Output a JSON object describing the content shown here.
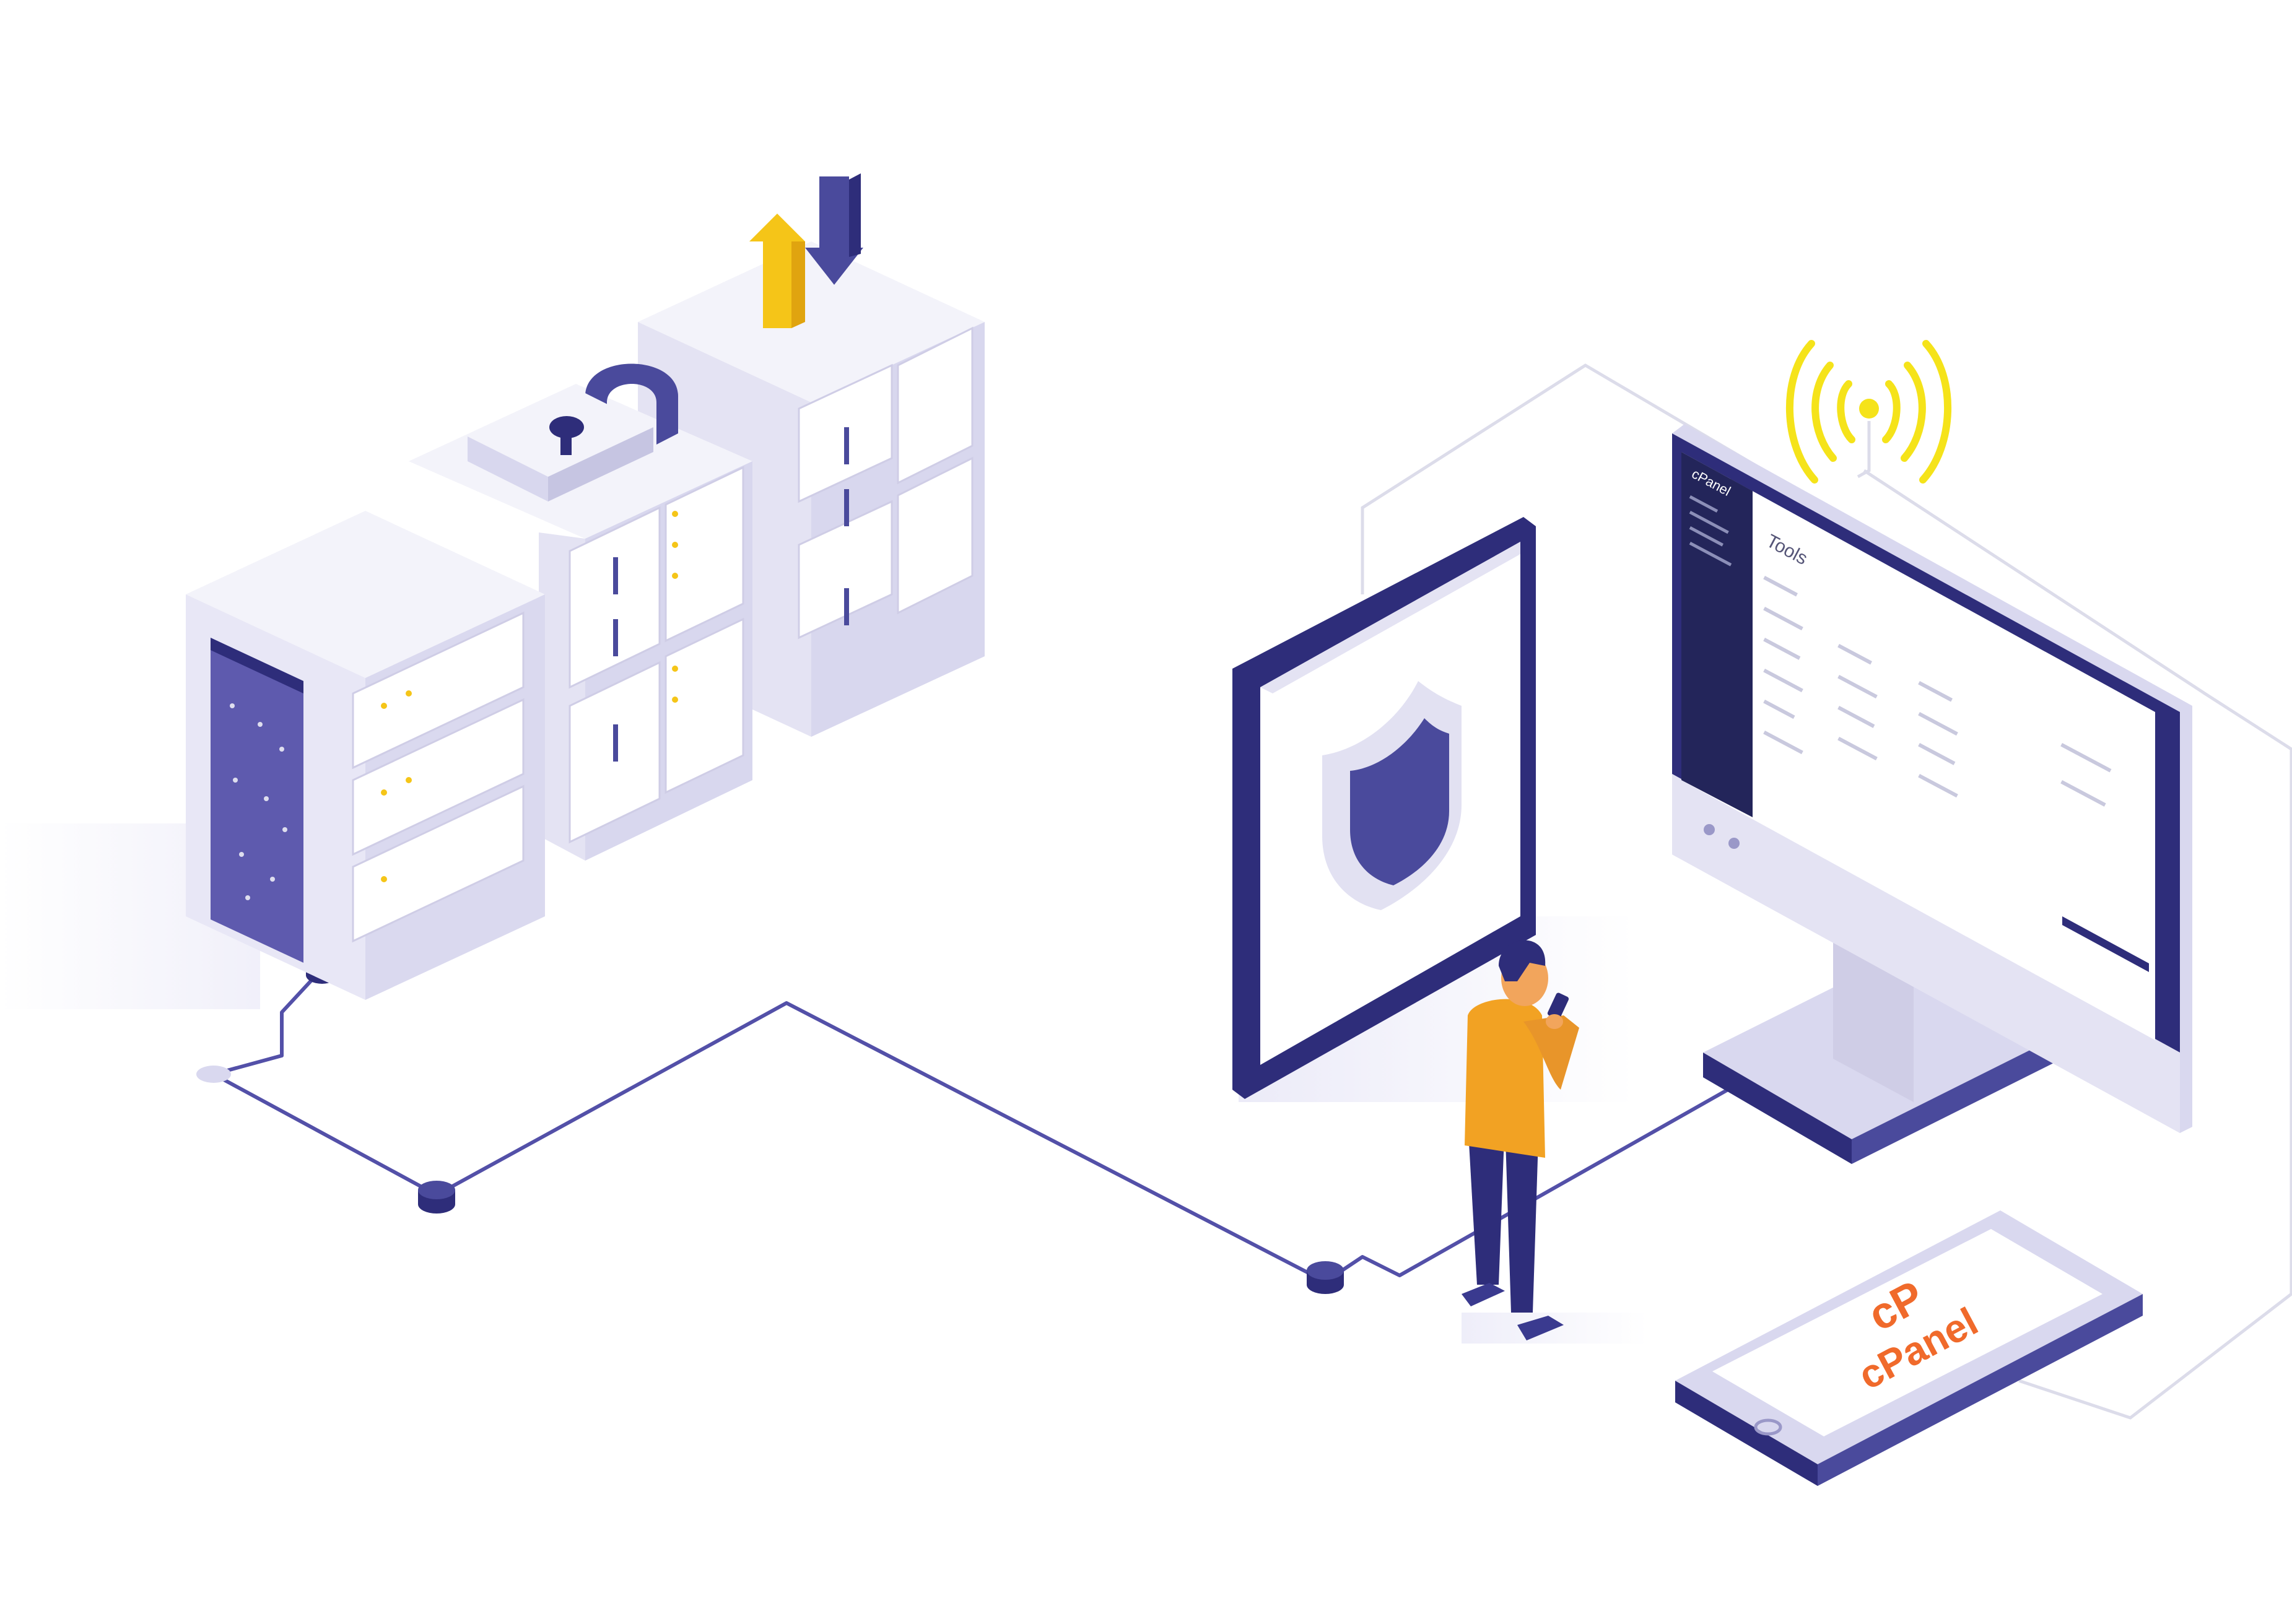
{
  "monitor_ui": {
    "brand": "cPanel",
    "tools_heading": "Tools"
  },
  "tablet_logo": {
    "brand": "cPanel",
    "mark": "cP"
  },
  "icons": {
    "lock": "padlock-icon",
    "shield": "shield-icon",
    "upload": "upload-arrow-icon",
    "download": "download-arrow-icon",
    "signal": "wifi-signal-icon"
  },
  "colors": {
    "navy": "#2e2d7a",
    "indigo": "#4a4a9c",
    "lavender": "#d9d8ef",
    "light": "#eeeef8",
    "yellow": "#f5c518",
    "orange": "#f06a2b",
    "skin": "#f2a55c"
  }
}
